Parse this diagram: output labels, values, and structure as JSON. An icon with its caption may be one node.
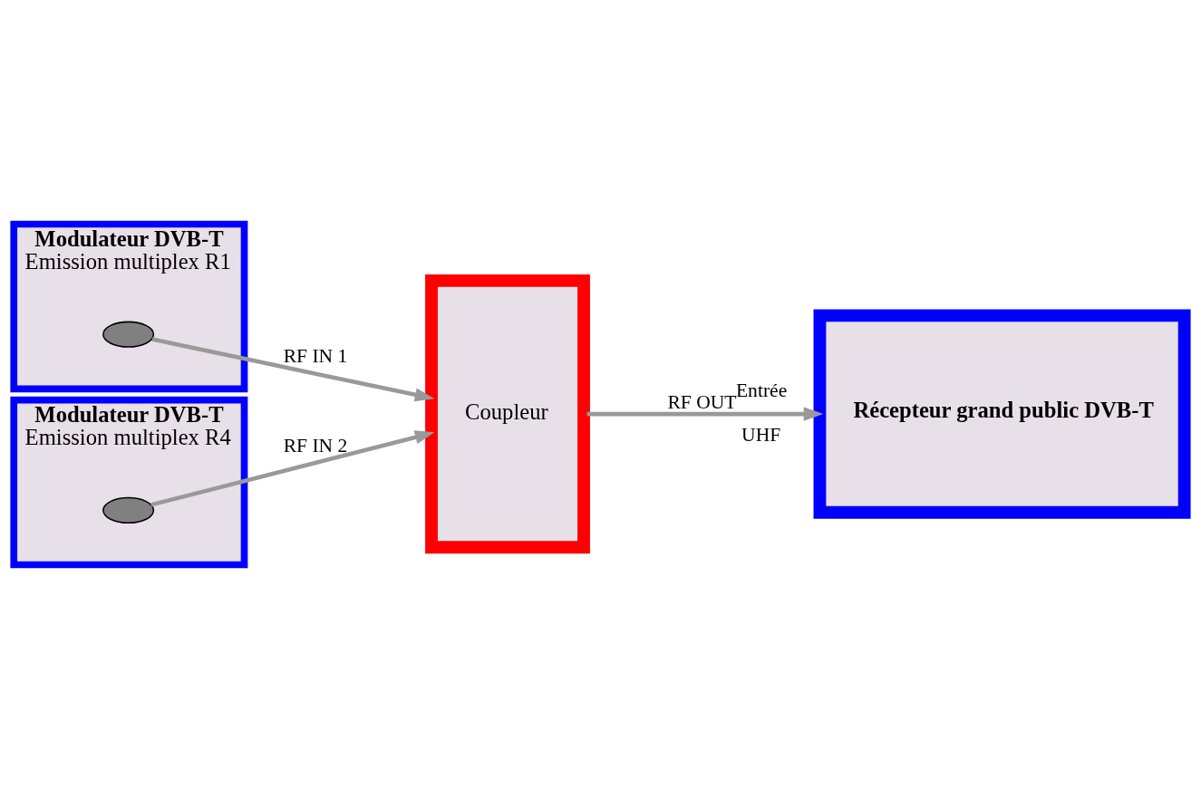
{
  "diagram": {
    "nodes": [
      {
        "text": [
          "Modulateur DVB-T",
          "Emission multiplex R1"
        ]
      },
      {
        "text": [],
        "shape": "ellipse",
        "in": 0
      },
      {
        "text": [
          "Modulateur DVB-T",
          "Emission multiplex R4"
        ]
      },
      {
        "text": [],
        "shape": "ellipse",
        "in": 2
      },
      {
        "text": [
          "Coupleur"
        ]
      },
      {
        "text": [
          "Récepteur grand public DVB-T"
        ],
        "beside": [
          "Entrée",
          "UHF"
        ]
      }
    ],
    "edges": [
      {
        "from": 1,
        "to": 4,
        "arrow": "to",
        "label": "RF IN 1"
      },
      {
        "from": 3,
        "to": 4,
        "arrow": "to",
        "label": "RF IN 2"
      },
      {
        "from": 4,
        "to": 5,
        "arrow": "to",
        "label": "RF OUT"
      }
    ]
  }
}
